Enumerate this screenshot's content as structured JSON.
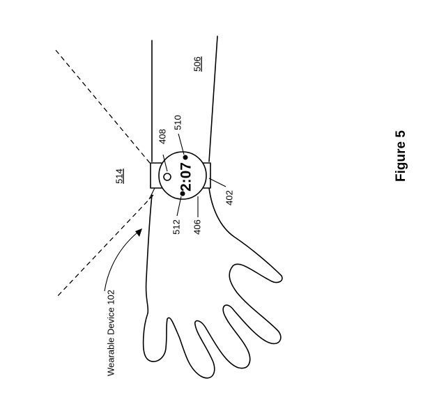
{
  "figure": {
    "title": "Figure 5",
    "watch_time": "2:07",
    "device_label": "Wearable Device 102",
    "refs": {
      "r408": "408",
      "r510": "510",
      "r506": "506",
      "r514": "514",
      "r512": "512",
      "r406": "406",
      "r402": "402"
    }
  }
}
